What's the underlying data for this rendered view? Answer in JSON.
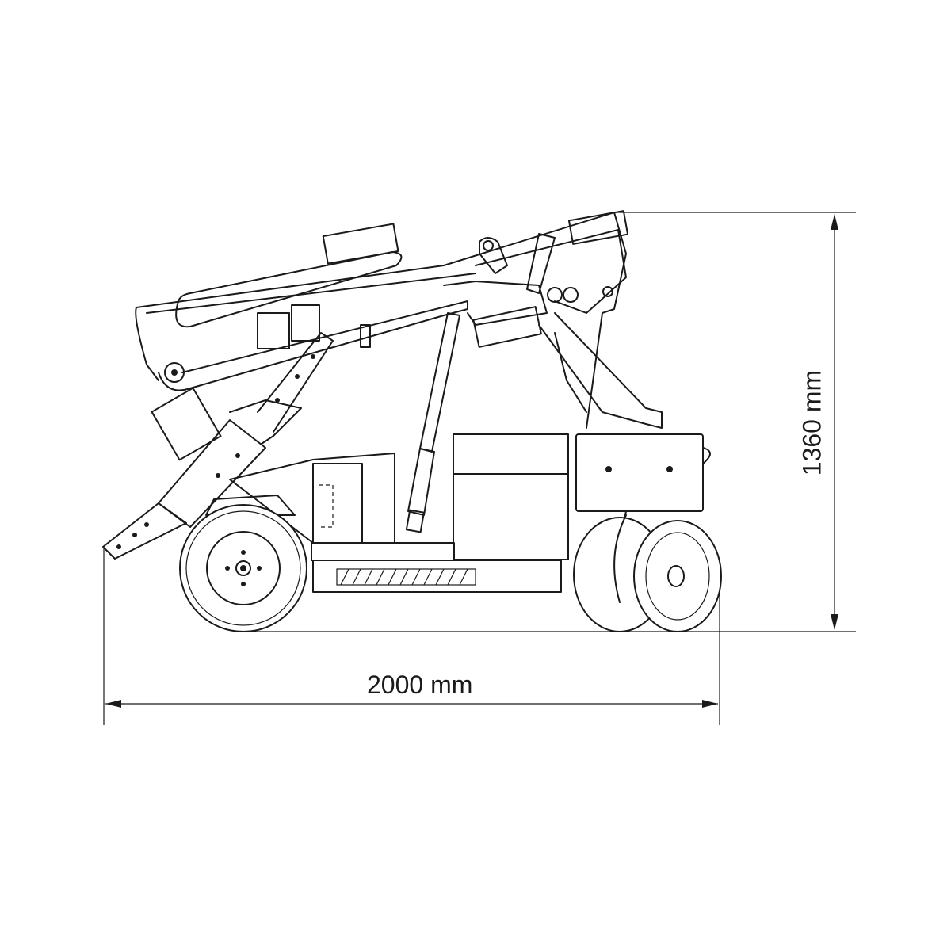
{
  "dimensions": {
    "width_label": "2000 mm",
    "height_label": "1360 mm"
  },
  "drawing": {
    "subject": "glass-handling-robot-side-view",
    "line_color": "#1a1a1a",
    "background": "#ffffff"
  }
}
